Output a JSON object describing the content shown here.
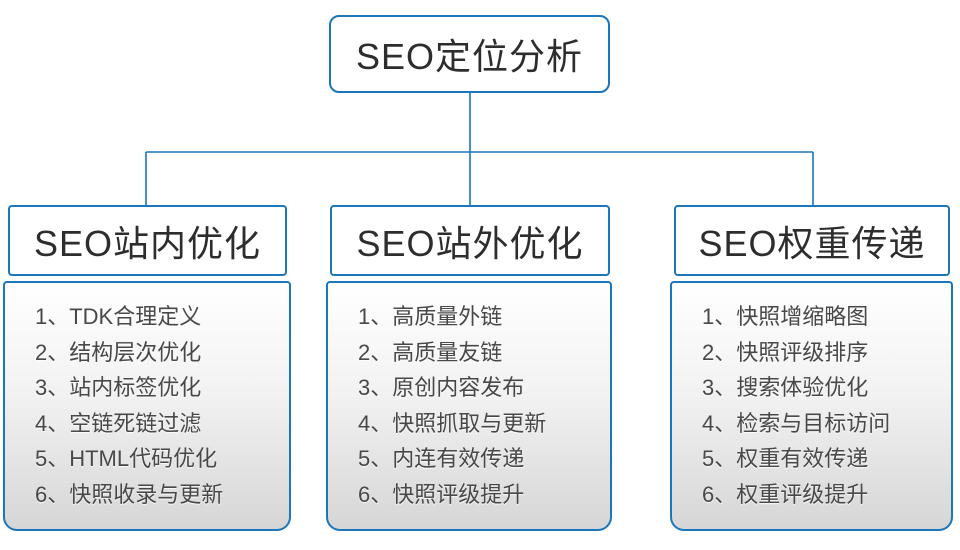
{
  "diagram": {
    "root": {
      "label": "SEO定位分析"
    },
    "branches": [
      {
        "label": "SEO站内优化",
        "items": [
          "1、TDK合理定义",
          "2、结构层次优化",
          "3、站内标签优化",
          "4、空链死链过滤",
          "5、HTML代码优化",
          "6、快照收录与更新"
        ]
      },
      {
        "label": "SEO站外优化",
        "items": [
          "1、高质量外链",
          "2、高质量友链",
          "3、原创内容发布",
          "4、快照抓取与更新",
          "5、内连有效传递",
          "6、快照评级提升"
        ]
      },
      {
        "label": "SEO权重传递",
        "items": [
          "1、快照增缩略图",
          "2、快照评级排序",
          "3、搜索体验优化",
          "4、检索与目标访问",
          "5、权重有效传递",
          "6、权重评级提升"
        ]
      }
    ],
    "colors": {
      "accent": "#1b76ba",
      "heading_text": "#2d2d2d",
      "item_text": "#484848"
    }
  }
}
